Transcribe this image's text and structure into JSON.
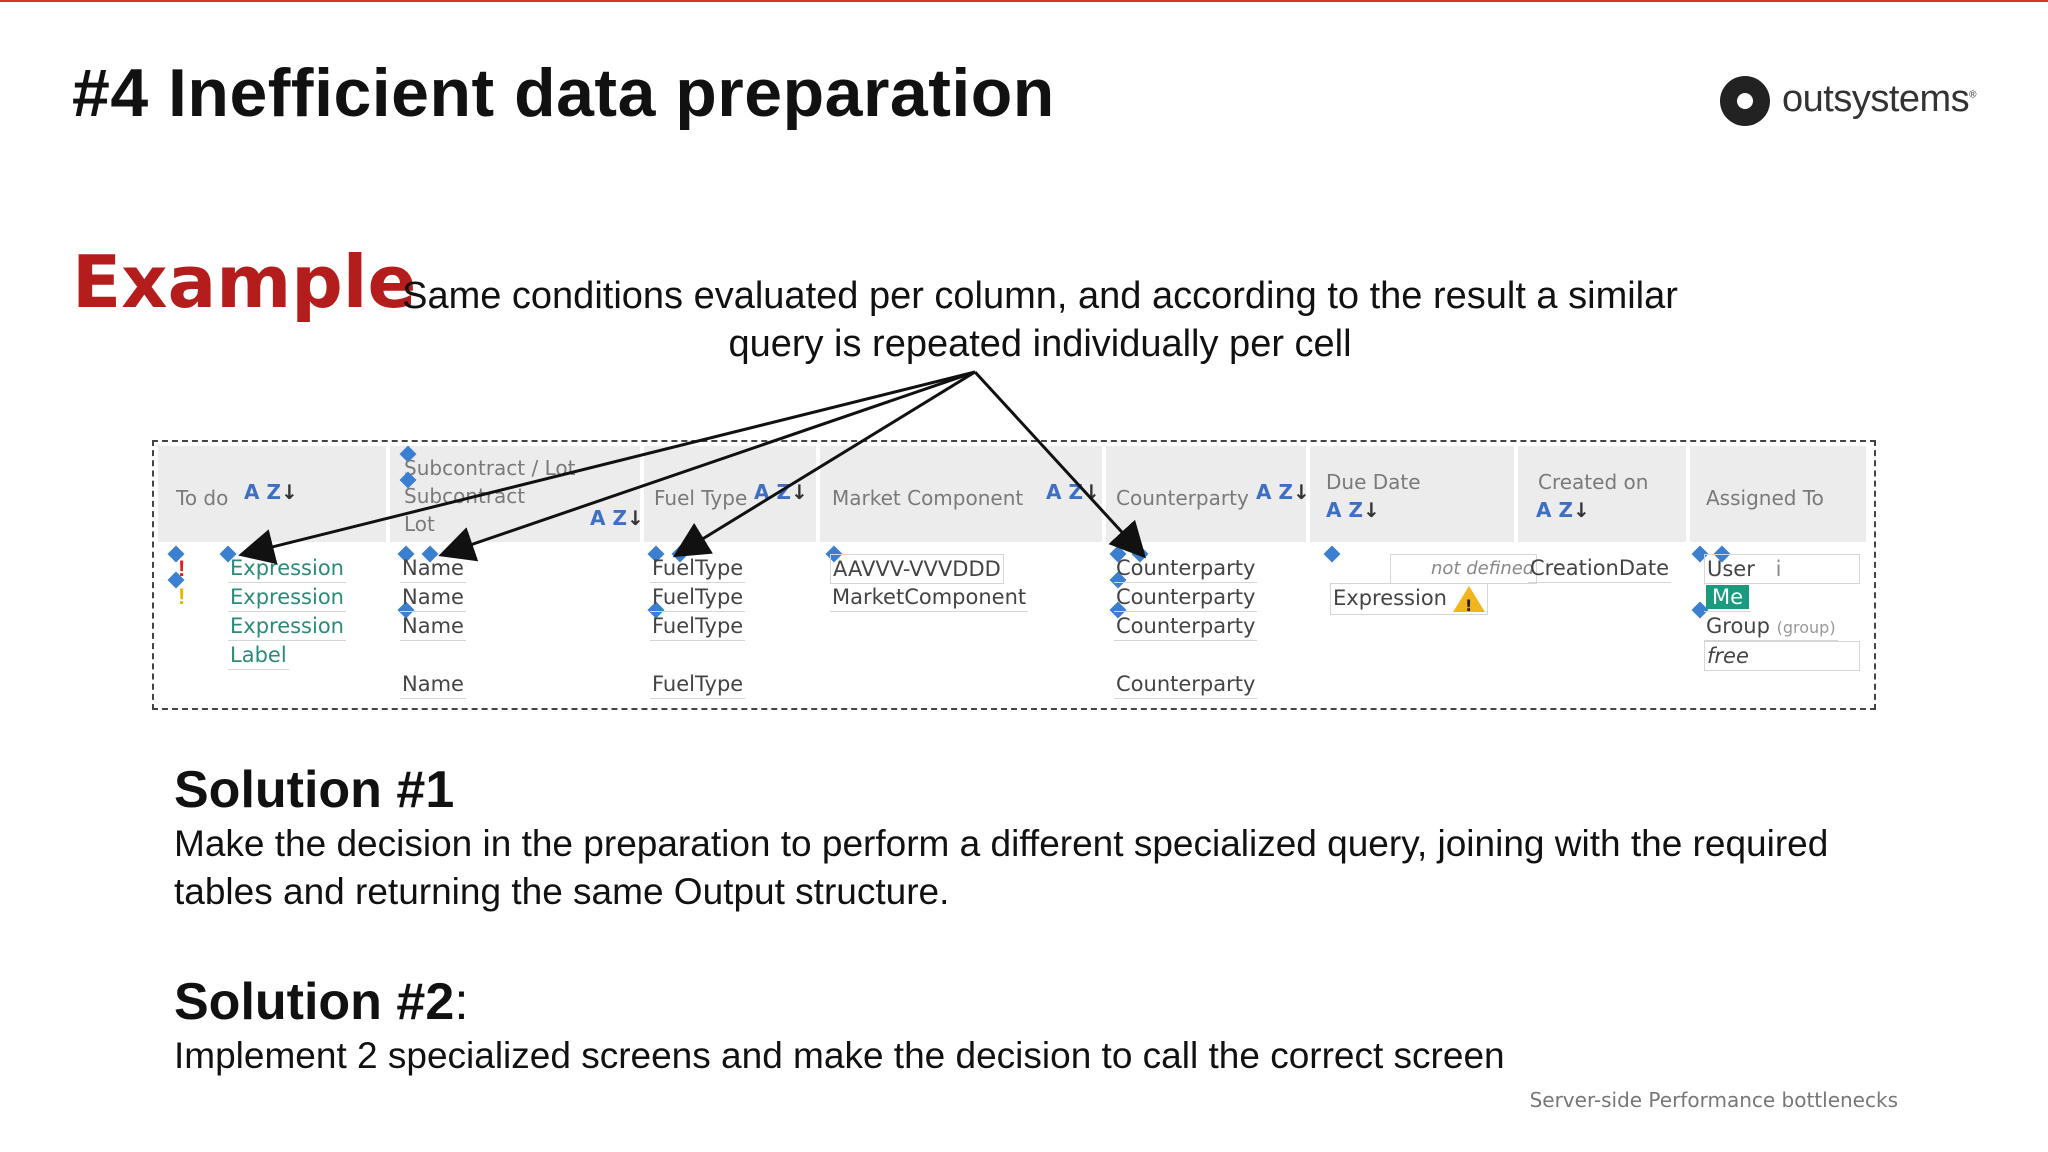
{
  "slide": {
    "title": "#4 Inefficient data preparation",
    "example_label": "Example",
    "caption": "Same conditions evaluated per column, and according to the result a similar query is repeated individually per cell",
    "footer": "Server-side Performance bottlenecks",
    "accent_color": "#b51d1d",
    "topline_color": "#d3372b"
  },
  "logo": {
    "text": "outsystems",
    "reg": "®"
  },
  "table": {
    "sort_az": "A Z",
    "sort_arrow": "↓",
    "headers": {
      "todo": "To do",
      "subcontract_lot": "Subcontract / Lot",
      "subcontract": "Subcontract",
      "lot": "Lot",
      "fuel_type": "Fuel Type",
      "market_component": "Market Component",
      "counterparty": "Counterparty",
      "due_date": "Due Date",
      "created_on": "Created on",
      "assigned_to": "Assigned To"
    },
    "todo_marks": [
      "!",
      "!"
    ],
    "todo_cells": [
      "Expression",
      "Expression",
      "Expression",
      "Label"
    ],
    "name_cells": [
      "Name",
      "Name",
      "Name",
      "Name"
    ],
    "fuel_cells": [
      "FuelType",
      "FuelType",
      "FuelType",
      "FuelType"
    ],
    "market_cells": [
      "AAVVV-VVVDDD",
      "MarketComponent"
    ],
    "counterparty_cells": [
      "Counterparty",
      "Counterparty",
      "Counterparty",
      "Counterparty"
    ],
    "due_cells": {
      "not_defined": "not defined",
      "expression": "Expression",
      "warn_glyph": "!"
    },
    "created_cells": [
      "CreationDate"
    ],
    "assigned_cells": {
      "user": "User",
      "info": "i",
      "me": "Me",
      "group": "Group",
      "group_note": "(group)",
      "free": "free"
    }
  },
  "solutions": [
    {
      "heading": "Solution #1",
      "suffix": "",
      "text": "Make the decision in the preparation to perform a different specialized query, joining with the required tables and returning the same Output structure."
    },
    {
      "heading": "Solution #2",
      "suffix": ":",
      "text": "Implement 2 specialized screens and make the decision to call the correct screen"
    }
  ]
}
